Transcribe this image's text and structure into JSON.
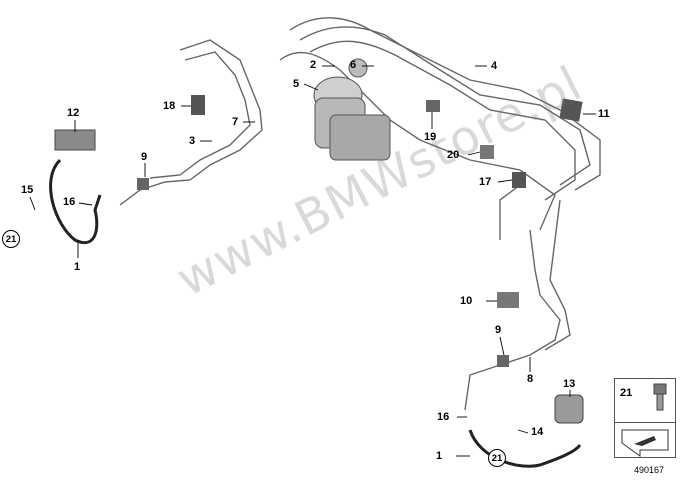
{
  "labels": {
    "l1a": "1",
    "l1b": "1",
    "l2": "2",
    "l3": "3",
    "l4": "4",
    "l5": "5",
    "l6": "6",
    "l7": "7",
    "l8": "8",
    "l9a": "9",
    "l9b": "9",
    "l10": "10",
    "l11": "11",
    "l12": "12",
    "l13": "13",
    "l14": "14",
    "l15": "15",
    "l16a": "16",
    "l16b": "16",
    "l17": "17",
    "l18": "18",
    "l19": "19",
    "l20": "20",
    "l21a": "21",
    "l21b": "21",
    "l21legend": "21"
  },
  "watermark": "www.BMWstore.pl",
  "reference_number": "490167",
  "colors": {
    "line": "#555555",
    "part": "#6b6b6b",
    "part_dark": "#3a3a3a"
  }
}
